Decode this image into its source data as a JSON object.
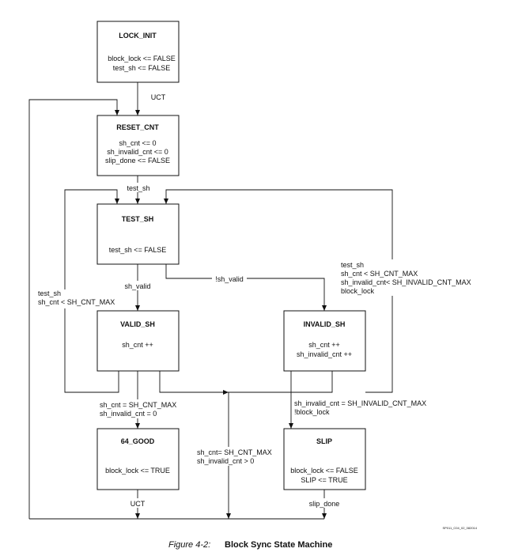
{
  "states": {
    "lock_init": {
      "name": "LOCK_INIT",
      "actions": [
        "block_lock <= FALSE",
        "test_sh <= FALSE"
      ]
    },
    "reset_cnt": {
      "name": "RESET_CNT",
      "actions": [
        "sh_cnt <= 0",
        "sh_invalid_cnt <= 0",
        "slip_done <= FALSE"
      ]
    },
    "test_sh": {
      "name": "TEST_SH",
      "actions": [
        "test_sh <= FALSE"
      ]
    },
    "valid_sh": {
      "name": "VALID_SH",
      "actions": [
        "sh_cnt ++"
      ]
    },
    "invalid_sh": {
      "name": "INVALID_SH",
      "actions": [
        "sh_cnt ++",
        "sh_invalid_cnt ++"
      ]
    },
    "good_64": {
      "name": "64_GOOD",
      "actions": [
        "block_lock <= TRUE"
      ]
    },
    "slip": {
      "name": "SLIP",
      "actions": [
        "block_lock <= FALSE",
        "SLIP <= TRUE"
      ]
    }
  },
  "transitions": {
    "init_to_reset": [
      "UCT"
    ],
    "reset_to_test": [
      "test_sh"
    ],
    "test_to_valid": [
      "sh_valid"
    ],
    "test_to_invalid": [
      "!sh_valid"
    ],
    "valid_loop": [
      "test_sh",
      "sh_cnt < SH_CNT_MAX"
    ],
    "invalid_loop": [
      "test_sh",
      "sh_cnt < SH_CNT_MAX",
      "sh_invalid_cnt< SH_INVALID_CNT_MAX",
      "block_lock"
    ],
    "valid_to_good": [
      "sh_cnt = SH_CNT_MAX",
      "sh_invalid_cnt = 0"
    ],
    "to_reset_mid": [
      "sh_cnt= SH_CNT_MAX",
      "sh_invalid_cnt > 0"
    ],
    "invalid_to_slip": [
      "sh_invalid_cnt = SH_INVALID_CNT_MAX",
      "!block_lock"
    ],
    "good_to_reset": [
      "UCT"
    ],
    "slip_to_reset": [
      "slip_done"
    ]
  },
  "figure_id": "SP011_C04_02_082014",
  "caption": {
    "number": "Figure 4-2:",
    "title": "Block Sync State Machine"
  }
}
